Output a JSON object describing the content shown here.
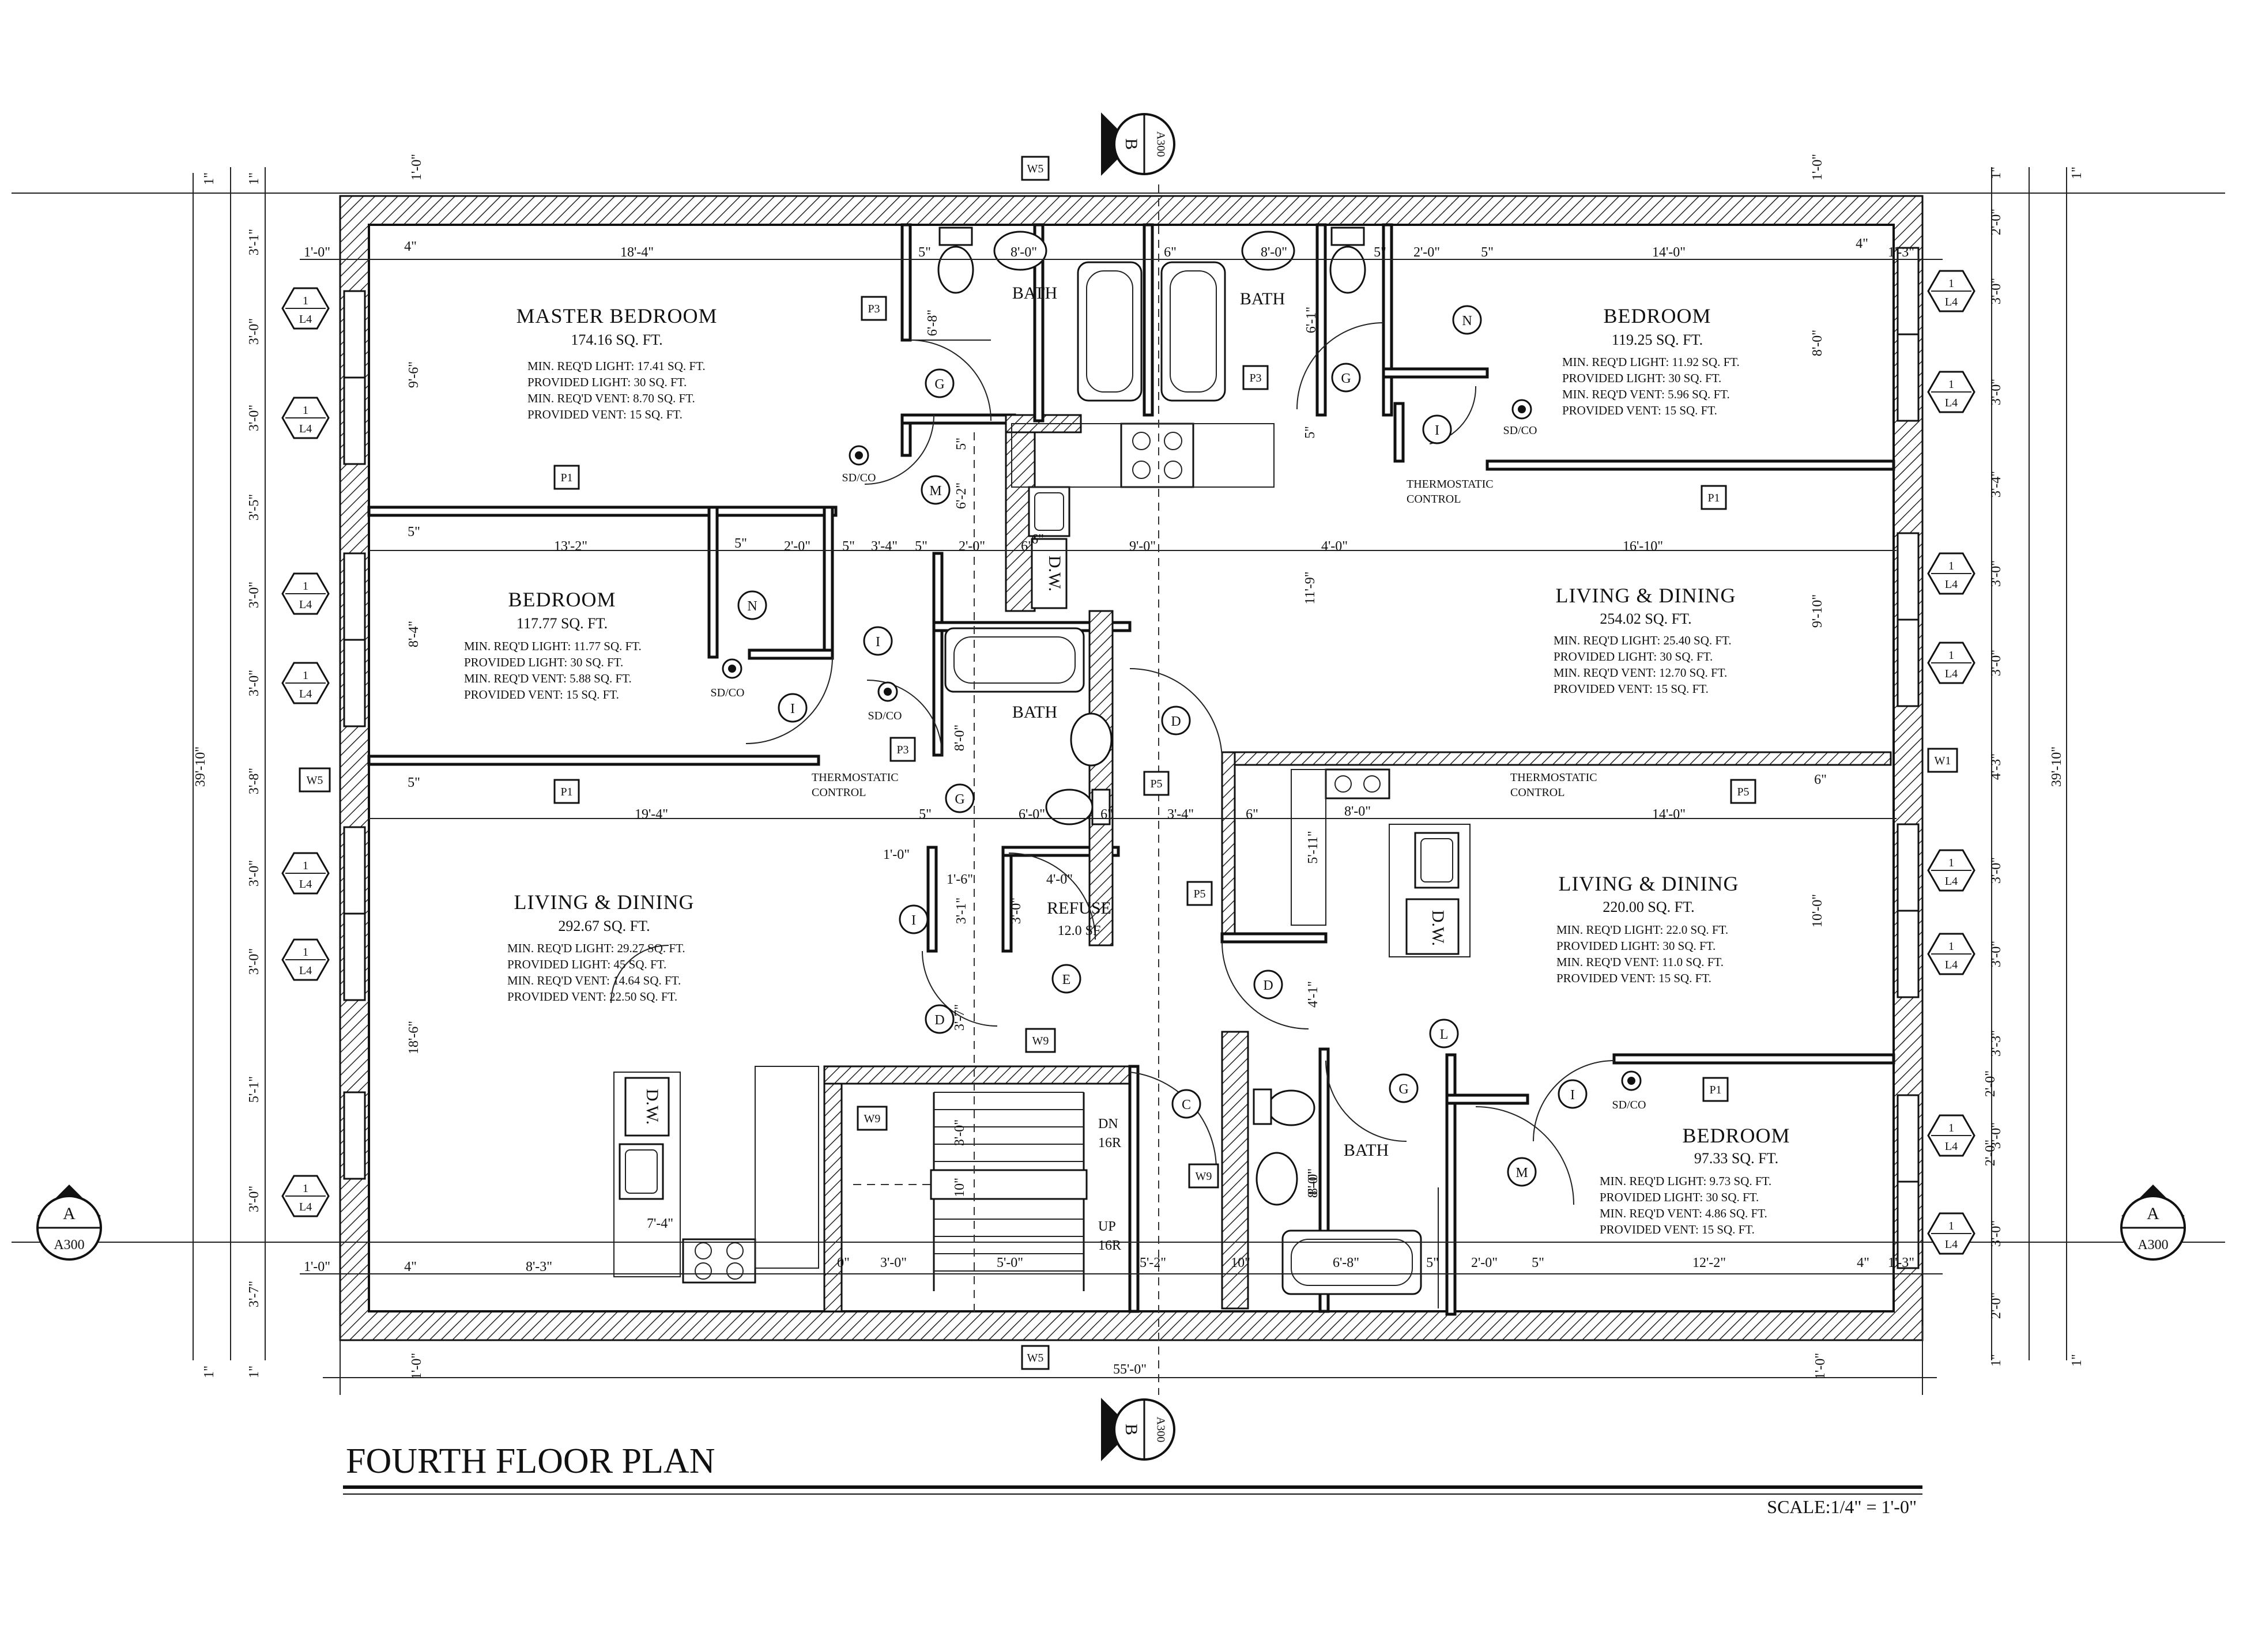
{
  "title": "FOURTH FLOOR PLAN",
  "scale": "SCALE:1/4\" = 1'-0\"",
  "section_markers": {
    "b_letter": "B",
    "b_sheet": "A300",
    "a_letter": "A",
    "a_sheet": "A300"
  },
  "rooms": [
    {
      "name": "MASTER BEDROOM",
      "area": "174.16 SQ. FT.",
      "lines": [
        "MIN. REQ'D LIGHT: 17.41 SQ. FT.",
        "PROVIDED LIGHT: 30 SQ. FT.",
        "MIN. REQ'D VENT: 8.70 SQ. FT.",
        "PROVIDED VENT: 15 SQ. FT."
      ]
    },
    {
      "name": "BEDROOM",
      "area": "117.77 SQ. FT.",
      "lines": [
        "MIN. REQ'D LIGHT: 11.77 SQ. FT.",
        "PROVIDED LIGHT: 30 SQ. FT.",
        "MIN. REQ'D VENT: 5.88 SQ. FT.",
        "PROVIDED VENT: 15 SQ. FT."
      ]
    },
    {
      "name": "LIVING & DINING",
      "area": "292.67 SQ. FT.",
      "lines": [
        "MIN. REQ'D LIGHT: 29.27 SQ. FT.",
        "PROVIDED LIGHT: 45 SQ. FT.",
        "MIN. REQ'D VENT: 14.64 SQ. FT.",
        "PROVIDED VENT: 22.50 SQ. FT."
      ]
    },
    {
      "name": "BEDROOM",
      "area": "119.25 SQ. FT.",
      "lines": [
        "MIN. REQ'D LIGHT: 11.92 SQ. FT.",
        "PROVIDED LIGHT: 30 SQ. FT.",
        "MIN. REQ'D VENT: 5.96 SQ. FT.",
        "PROVIDED VENT: 15 SQ. FT."
      ]
    },
    {
      "name": "LIVING & DINING",
      "area": "254.02 SQ. FT.",
      "lines": [
        "MIN. REQ'D LIGHT: 25.40 SQ. FT.",
        "PROVIDED LIGHT: 30 SQ. FT.",
        "MIN. REQ'D VENT: 12.70 SQ. FT.",
        "PROVIDED VENT: 15 SQ. FT."
      ]
    },
    {
      "name": "LIVING & DINING",
      "area": "220.00 SQ. FT.",
      "lines": [
        "MIN. REQ'D LIGHT: 22.0 SQ. FT.",
        "PROVIDED LIGHT: 30 SQ. FT.",
        "MIN. REQ'D VENT: 11.0 SQ. FT.",
        "PROVIDED VENT: 15 SQ. FT."
      ]
    },
    {
      "name": "BEDROOM",
      "area": "97.33 SQ. FT.",
      "lines": [
        "MIN. REQ'D LIGHT: 9.73 SQ. FT.",
        "PROVIDED LIGHT: 30 SQ. FT.",
        "MIN. REQ'D VENT: 4.86 SQ. FT.",
        "PROVIDED VENT: 15 SQ. FT."
      ]
    }
  ],
  "labels": {
    "bath": "BATH",
    "refuse": "REFUSE",
    "refuse_area": "12.0 SF",
    "dw": "D.W.",
    "thermostatic": "THERMOSTATIC",
    "control": "CONTROL",
    "sdco": "SD/CO",
    "dn": "DN",
    "dn_risers": "16R",
    "up": "UP",
    "up_risers": "16R"
  },
  "door_tags": [
    "G",
    "M",
    "N",
    "I",
    "D",
    "C",
    "E",
    "L"
  ],
  "window_tags": [
    "W5",
    "W1",
    "W9",
    "P1",
    "P3",
    "P5"
  ],
  "window_marker": {
    "num": "1",
    "ref": "L4"
  },
  "dimensions": {
    "overall_width": "55'-0\"",
    "overall_depth": "39'-10\"",
    "top_row": [
      "1'-0\"",
      "4\"",
      "18'-4\"",
      "5\"",
      "8'-0\"",
      "6\"",
      "8'-0\"",
      "5\"",
      "2'-0\"",
      "5\"",
      "14'-0\"",
      "4\"",
      "1'-3\"",
      "1'-0\""
    ],
    "mid_row1": [
      "5\"",
      "13'-2\"",
      "5\"",
      "2'-0\"",
      "5\"",
      "3'-4\"",
      "5\"",
      "2'-0\"",
      "6\"",
      "9'-0\"",
      "4'-0\"",
      "16'-10\""
    ],
    "mid_row2": [
      "5\"",
      "19'-4\"",
      "5\"",
      "6'-0\"",
      "6\"",
      "3'-4\"",
      "6\"",
      "8'-0\"",
      "14'-0\"",
      "6\""
    ],
    "bottom_row": [
      "1'-0\"",
      "4\"",
      "8'-3\"",
      "0\"",
      "3'-0\"",
      "5'-0\"",
      "5'-2\"",
      "10\"",
      "6'-8\"",
      "5\"",
      "2'-0\"",
      "5\"",
      "12'-2\"",
      "4\"",
      "1'-3\"",
      "1'-0\""
    ],
    "left_col": [
      "1\"",
      "3'-1\"",
      "3'-0\"",
      "3'-0\"",
      "3'-5\"",
      "3'-0\"",
      "3'-0\"",
      "3'-8\"",
      "3'-0\"",
      "3'-0\"",
      "5'-1\"",
      "3'-0\"",
      "3'-7\"",
      "1\""
    ],
    "right_col": [
      "1\"",
      "2'-0\"",
      "3'-0\"",
      "3'-0\"",
      "3'-4\"",
      "3'-0\"",
      "3'-0\"",
      "4'-3\"",
      "3'-0\"",
      "3'-0\"",
      "3'-3\"",
      "3'-0\"",
      "3'-0\"",
      "2'-0\"",
      "1\""
    ],
    "interior": [
      "9'-6\"",
      "8'-4\"",
      "18'-6\"",
      "6'-8\"",
      "6'-2\"",
      "5\"",
      "8'-0\"",
      "11'-9\"",
      "6'-1\"",
      "8'-0\"",
      "9'-10\"",
      "10'-0\"",
      "5'-11\"",
      "4'-1\"",
      "8'-0\"",
      "1'-6\"",
      "3'-1\"",
      "3'-0\"",
      "4'-0\"",
      "3'-7\"",
      "7'-4\"",
      "3'-0\"",
      "10\"",
      "8'-0\"",
      "6\"",
      "5\"",
      "1'-0\"",
      "2'-0\"",
      "2'-0\""
    ]
  }
}
